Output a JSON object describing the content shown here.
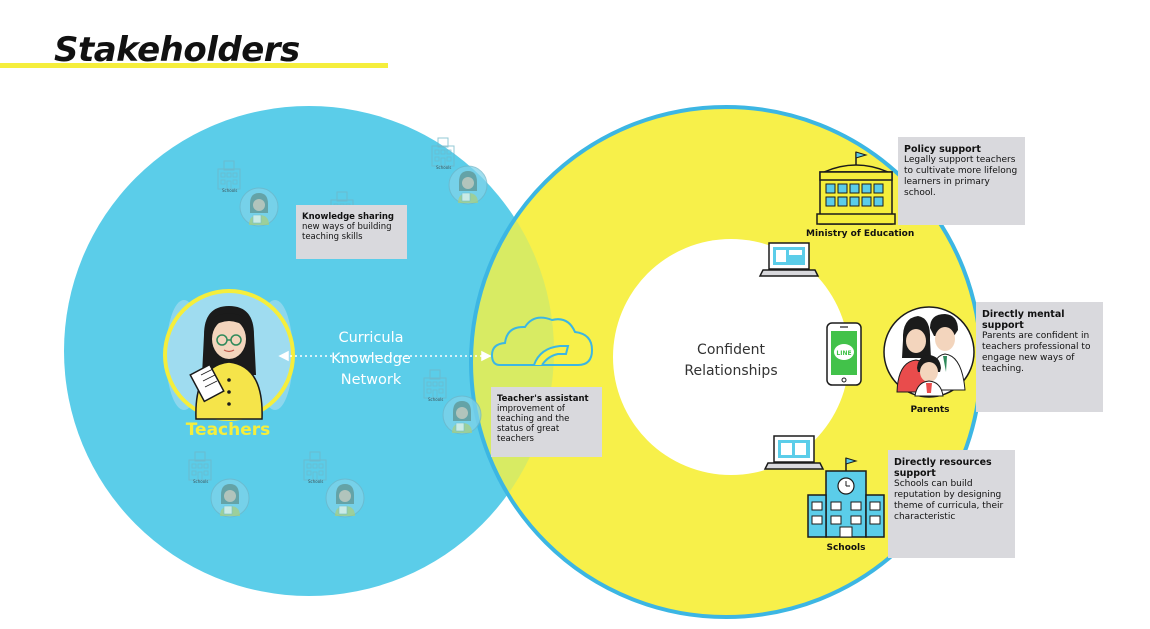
{
  "title": "Stakeholders",
  "colors": {
    "left_circle": "#5bcde9",
    "right_ring": "#f7f04a",
    "overlap": "#d8eb63",
    "ring_border": "#3cb6e3",
    "label_box": "#d9d9dd",
    "accent_yellow": "#f5ee3c"
  },
  "left": {
    "hub_label": "Teachers",
    "network_label": [
      "Curricula",
      "Knowledge",
      "Network"
    ],
    "knowledge_box": {
      "title": "Knowledge sharing",
      "body": "new ways of building teaching skills"
    },
    "small_school_label": "Schools"
  },
  "overlap": {
    "assistant_box": {
      "title": "Teacher's assistant",
      "body": "improvement of teaching and the status of great teachers"
    }
  },
  "right": {
    "center_label": [
      "Confident",
      "Relationships"
    ],
    "ministry": {
      "label": "Ministry of Education",
      "box_title": "Policy support",
      "box_body": "Legally support teachers to cultivate more lifelong learners in primary school."
    },
    "parents": {
      "label": "Parents",
      "box_title": "Directly mental support",
      "box_body": "Parents are confident in teachers professional to engage new ways of teaching."
    },
    "schools": {
      "label": "Schools",
      "box_title": "Directly resources support",
      "box_body": "Schools can build reputation by designing theme of curricula, their characteristic"
    },
    "line_app_label": "LINE"
  },
  "icons": [
    "school-building-icon",
    "teacher-avatar-icon",
    "cloud-icon",
    "laptop-icon",
    "phone-icon",
    "parents-family-icon",
    "ministry-building-icon"
  ]
}
